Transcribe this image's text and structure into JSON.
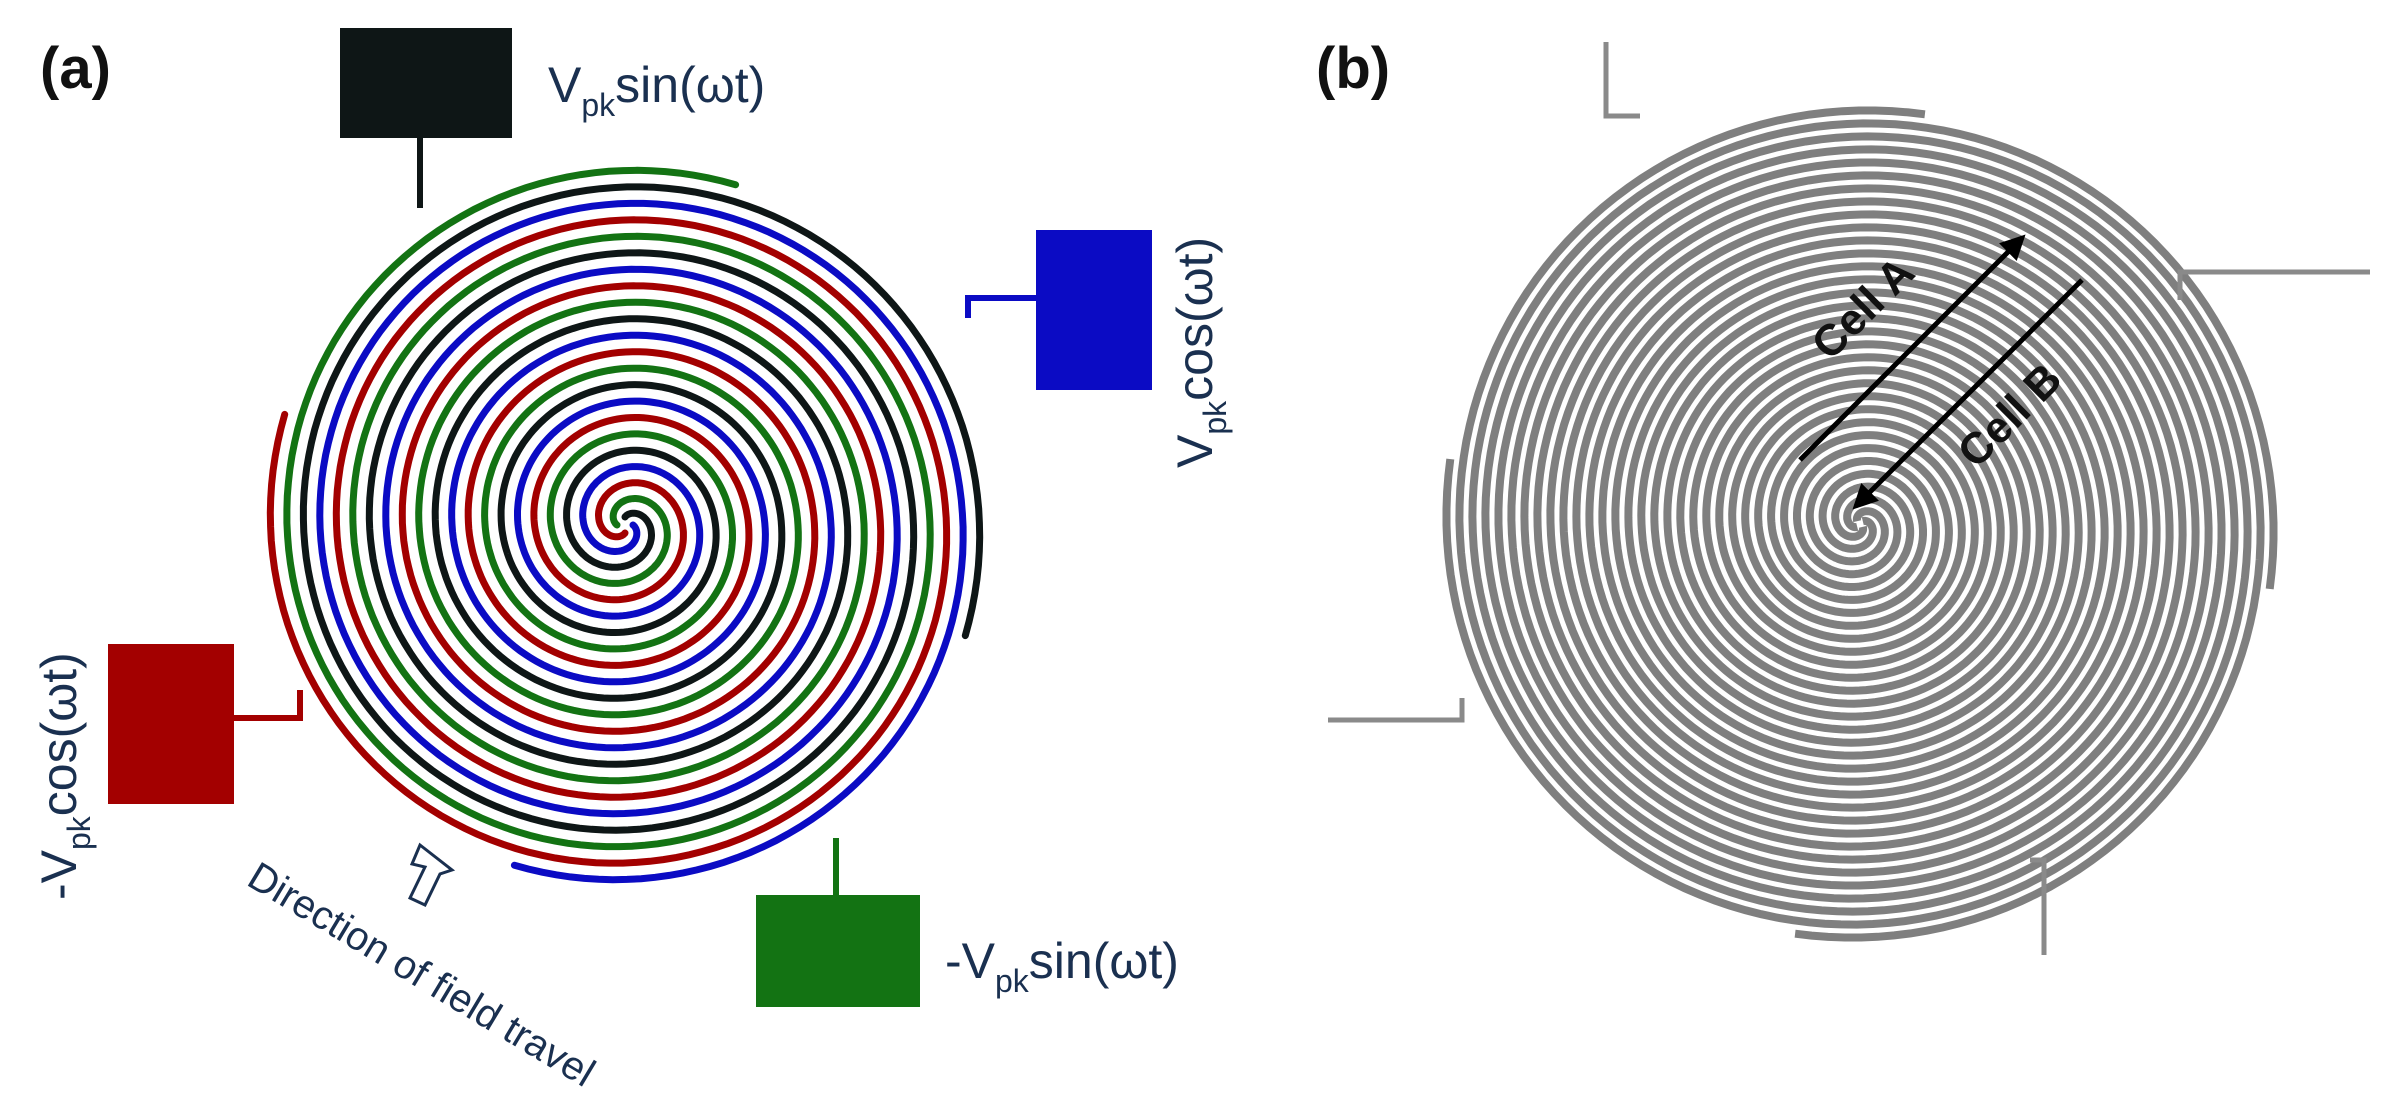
{
  "panels": {
    "a": {
      "label": "(a)",
      "electrodes": [
        {
          "id": "black",
          "color": "#0e1616",
          "text_main": "V",
          "text_sub": "pk",
          "text_tail": "sin(ωt)"
        },
        {
          "id": "blue",
          "color": "#0b0bc4",
          "text_main": "V",
          "text_sub": "pk",
          "text_tail": "cos(ωt)"
        },
        {
          "id": "red",
          "color": "#a30000",
          "text_main": "-V",
          "text_sub": "pk",
          "text_tail": "cos(ωt)"
        },
        {
          "id": "green",
          "color": "#137313",
          "text_main": "-V",
          "text_sub": "pk",
          "text_tail": "sin(ωt)"
        }
      ],
      "caption": "Direction of field travel"
    },
    "b": {
      "label": "(b)",
      "cell_a": "Cell A",
      "cell_b": "Cell B",
      "track_color": "#7f7f7f"
    }
  }
}
